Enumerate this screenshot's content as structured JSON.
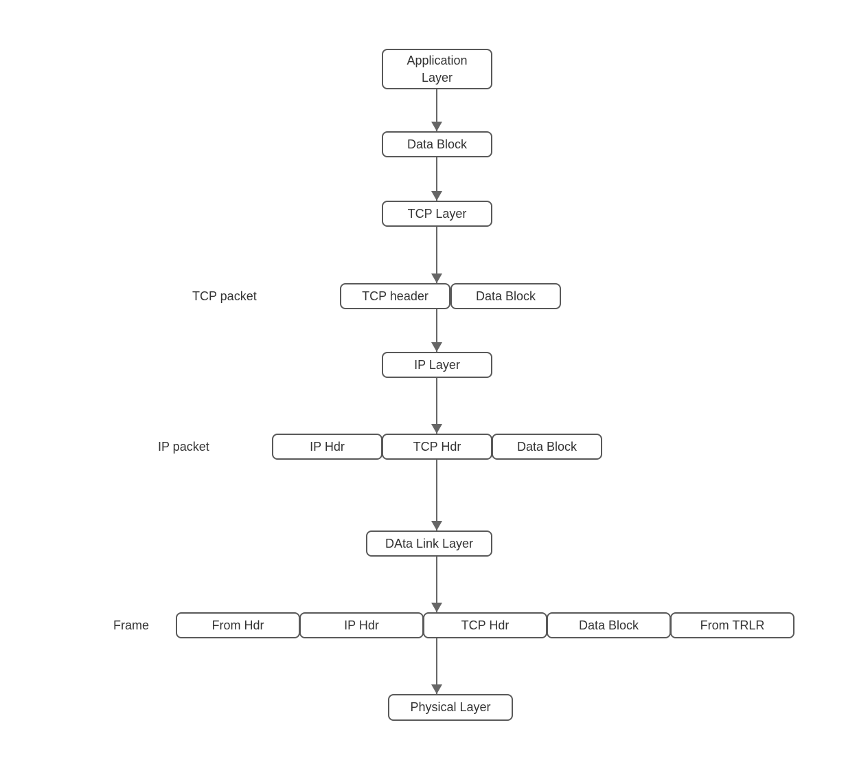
{
  "diagram": {
    "background_color": "#ffffff",
    "box_border_color": "#595959",
    "box_fill_color": "#ffffff",
    "text_color": "#333333",
    "arrow_color": "#666666",
    "column_nodes": {
      "application_layer": "Application Layer",
      "data_block": "Data Block",
      "tcp_layer": "TCP Layer",
      "ip_layer": "IP Layer",
      "data_link_layer": "DAta Link Layer",
      "physical_layer": "Physical Layer"
    },
    "tcp_packet_row": {
      "label": "TCP packet",
      "cells": {
        "tcp_header": "TCP header",
        "data_block": "Data Block"
      }
    },
    "ip_packet_row": {
      "label": "IP packet",
      "cells": {
        "ip_hdr": "IP Hdr",
        "tcp_hdr": "TCP Hdr",
        "data_block": "Data Block"
      }
    },
    "frame_row": {
      "label": "Frame",
      "cells": {
        "from_hdr": "From Hdr",
        "ip_hdr": "IP Hdr",
        "tcp_hdr": "TCP Hdr",
        "data_block": "Data Block",
        "from_trlr": "From TRLR"
      }
    }
  }
}
